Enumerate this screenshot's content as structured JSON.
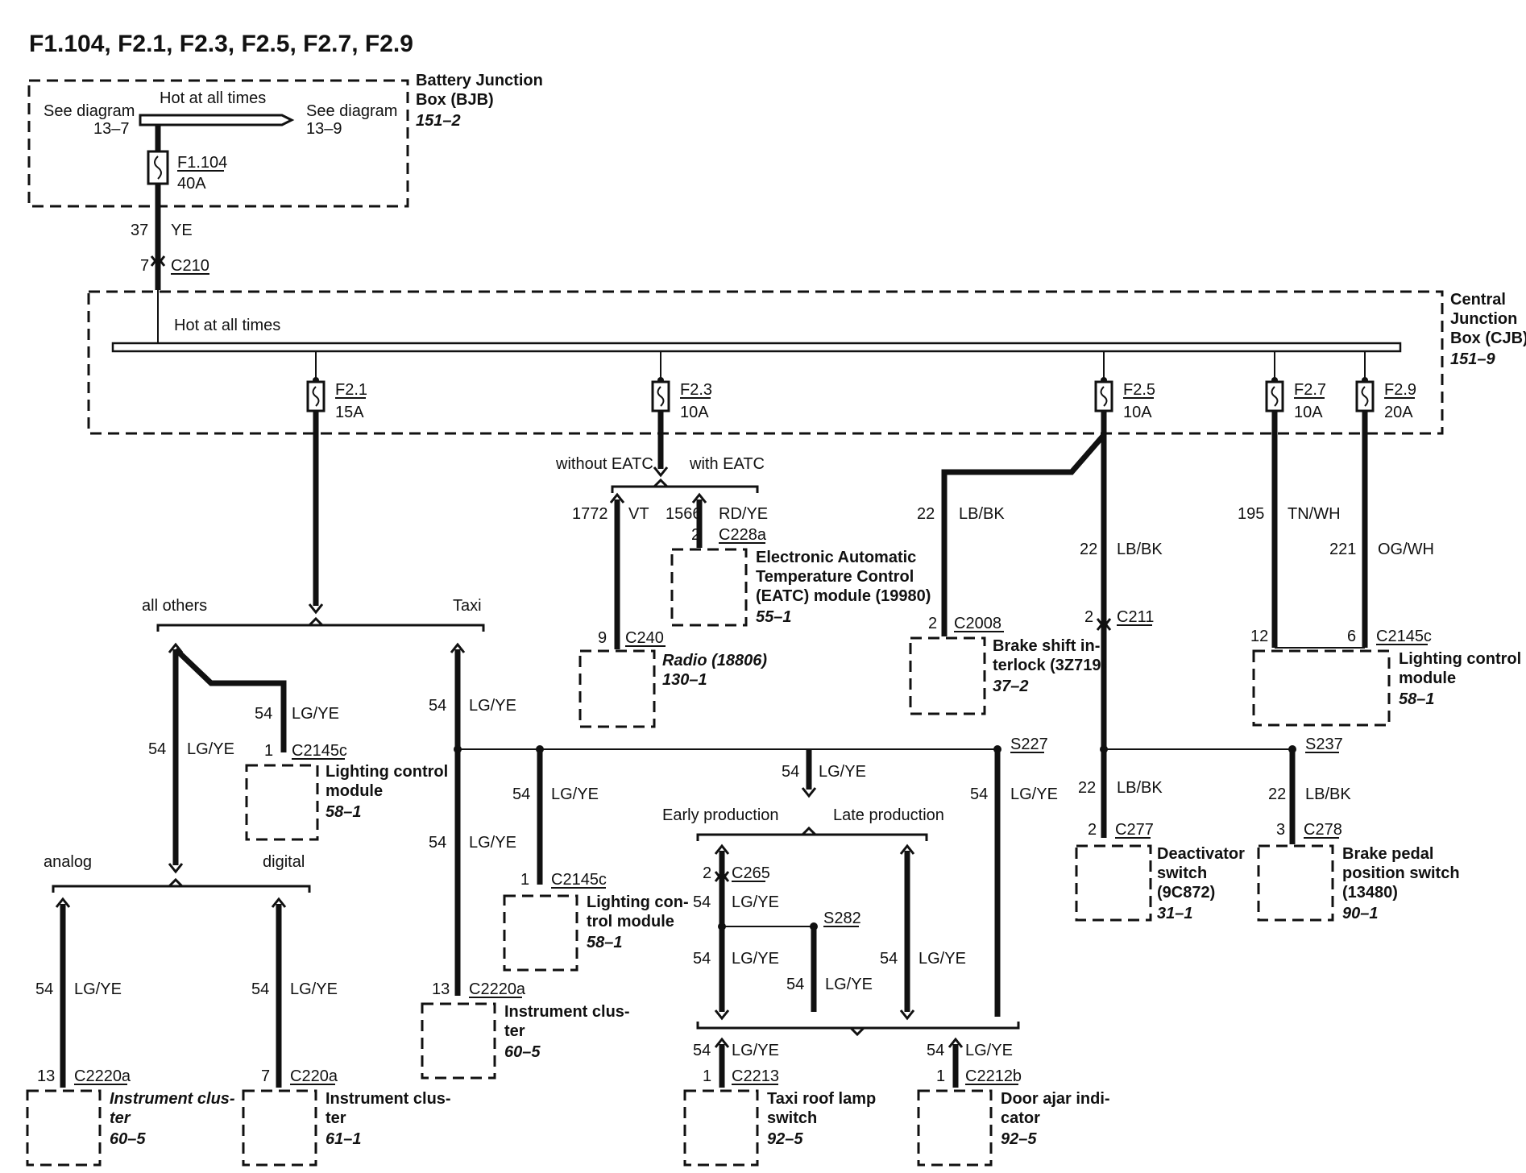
{
  "title": "F1.104, F2.1, F2.3, F2.5, F2.7, F2.9",
  "bjb": {
    "name_1": "Battery Junction",
    "name_2": "Box (BJB)",
    "ref": "151–2",
    "hot": "Hot at all times",
    "see_left_1": "See diagram",
    "see_left_2": "13–7",
    "see_right_1": "See diagram",
    "see_right_2": "13–9",
    "fuse": "F1.104",
    "fuse_amp": "40A"
  },
  "feed": {
    "pin": "37",
    "color": "YE",
    "conn_pin": "7",
    "conn": "C210"
  },
  "cjb": {
    "name_1": "Central",
    "name_2": "Junction",
    "name_3": "Box (CJB)",
    "ref": "151–9",
    "hot": "Hot at all times",
    "fuses": [
      {
        "id": "F2.1",
        "amp": "15A"
      },
      {
        "id": "F2.3",
        "amp": "10A"
      },
      {
        "id": "F2.5",
        "amp": "10A"
      },
      {
        "id": "F2.7",
        "amp": "10A"
      },
      {
        "id": "F2.9",
        "amp": "20A"
      }
    ]
  },
  "f23": {
    "without": "without EATC",
    "with": "with EATC",
    "w1_num": "1772",
    "w1_col": "VT",
    "w2_num": "1566",
    "w2_col": "RD/YE",
    "eatc_pin": "2",
    "eatc_conn": "C228a",
    "eatc_1": "Electronic Automatic",
    "eatc_2": "Temperature Control",
    "eatc_3": "(EATC) module (19980)",
    "eatc_ref": "55–1",
    "radio_pin": "9",
    "radio_conn": "C240",
    "radio": "Radio (18806)",
    "radio_ref": "130–1"
  },
  "f25": {
    "w1_num": "22",
    "w1_col": "LB/BK",
    "bsi_pin": "2",
    "bsi_conn": "C2008",
    "bsi_1": "Brake shift in-",
    "bsi_2": "terlock (3Z719)",
    "bsi_ref": "37–2",
    "w2_num": "22",
    "w2_col": "LB/BK",
    "c211_pin": "2",
    "c211": "C211",
    "s237": "S237",
    "w3_num": "22",
    "w3_col": "LB/BK",
    "d_pin": "2",
    "d_conn": "C277",
    "d_1": "Deactivator",
    "d_2": "switch",
    "d_3": "(9C872)",
    "d_ref": "31–1",
    "w4_num": "22",
    "w4_col": "LB/BK",
    "bp_pin": "3",
    "bp_conn": "C278",
    "bp_1": "Brake pedal",
    "bp_2": "position switch",
    "bp_3": "(13480)",
    "bp_ref": "90–1"
  },
  "f27": {
    "num": "195",
    "col": "TN/WH",
    "pin": "12"
  },
  "f29": {
    "num": "221",
    "col": "OG/WH",
    "pin": "6",
    "conn": "C2145c",
    "lcm_1": "Lighting control",
    "lcm_2": "module",
    "lcm_ref": "58–1"
  },
  "f21": {
    "all_others": "all others",
    "taxi": "Taxi",
    "w_num": "54",
    "w_col": "LG/YE",
    "lcm_pin": "1",
    "lcm_conn": "C2145c",
    "lcm_1": "Lighting control",
    "lcm_2": "module",
    "lcm_ref": "58–1",
    "analog": "analog",
    "digital": "digital",
    "ic1_pin": "13",
    "ic1_conn": "C2220a",
    "ic1_1": "Instrument clus-",
    "ic1_2": "ter",
    "ic1_ref": "60–5",
    "ic2_pin": "7",
    "ic2_conn": "C220a",
    "ic2_1": "Instrument clus-",
    "ic2_2": "ter",
    "ic2_ref": "61–1",
    "taxi_lcm_pin": "1",
    "taxi_lcm_conn": "C2145c",
    "taxi_lcm_1": "Lighting con-",
    "taxi_lcm_2": "trol module",
    "taxi_lcm_ref": "58–1",
    "ic3_pin": "13",
    "ic3_conn": "C2220a",
    "ic3_1": "Instrument clus-",
    "ic3_2": "ter",
    "ic3_ref": "60–5",
    "s227": "S227",
    "early": "Early production",
    "late": "Late production",
    "c265_pin": "2",
    "c265": "C265",
    "s282": "S282",
    "tr_pin": "1",
    "tr_conn": "C2213",
    "tr_1": "Taxi roof lamp",
    "tr_2": "switch",
    "tr_ref": "92–5",
    "da_pin": "1",
    "da_conn": "C2212b",
    "da_1": "Door ajar indi-",
    "da_2": "cator",
    "da_ref": "92–5"
  }
}
